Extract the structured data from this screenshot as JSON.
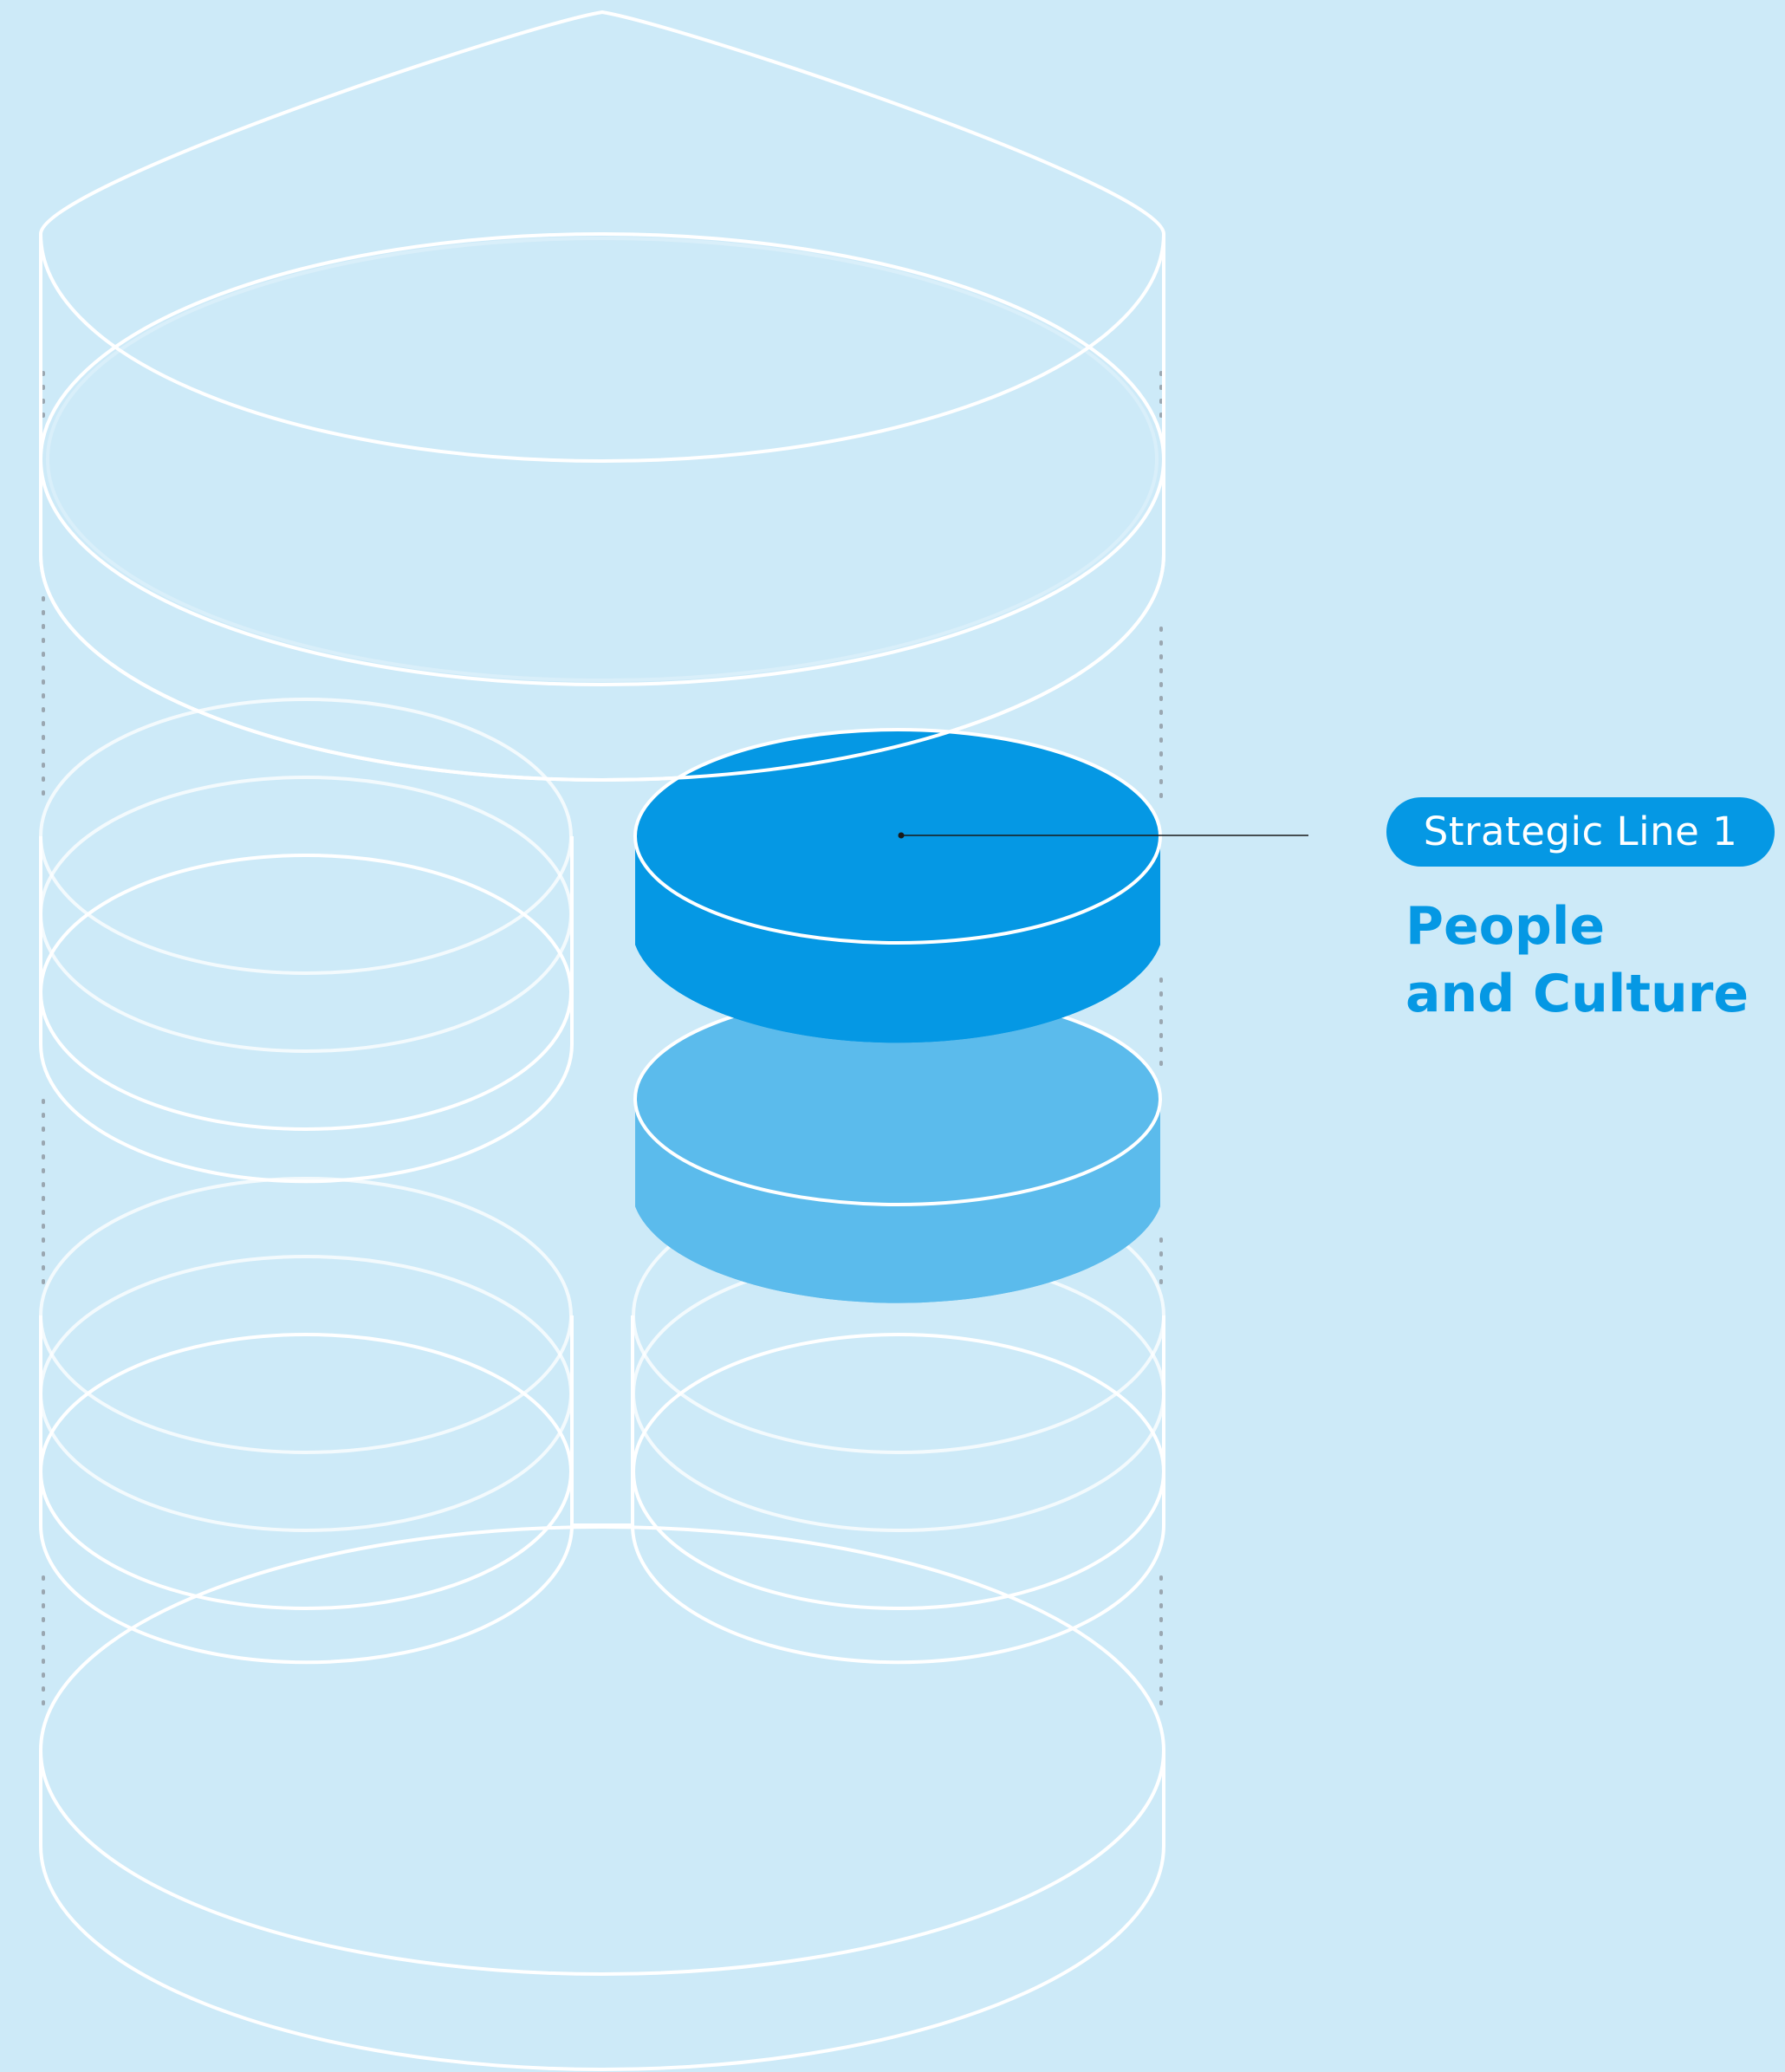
{
  "callout": {
    "badge": "Strategic Line 1",
    "title_line1": "People",
    "title_line2": "and Culture"
  },
  "colors": {
    "background": "#cdeaf8",
    "outline": "#ffffff",
    "highlight_primary": "#0598e4",
    "highlight_secondary": "#5bbbec",
    "dotted_guides": "#9aa7b1",
    "connector": "#1a1a1a"
  }
}
